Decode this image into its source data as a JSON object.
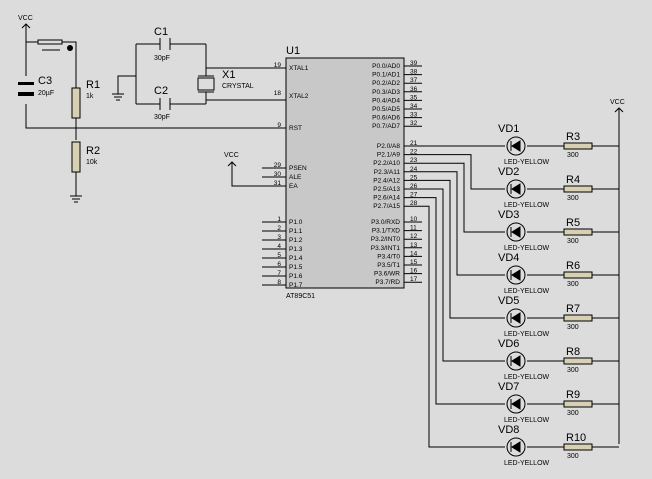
{
  "power": {
    "vcc_top": "VCC",
    "vcc_mid": "VCC",
    "vcc_right": "VCC"
  },
  "components": {
    "c1": {
      "ref": "C1",
      "value": "30pF"
    },
    "c2": {
      "ref": "C2",
      "value": "30pF"
    },
    "c3": {
      "ref": "C3",
      "value": "20µF"
    },
    "x1": {
      "ref": "X1",
      "value": "CRYSTAL"
    },
    "r1": {
      "ref": "R1",
      "value": "1k"
    },
    "r2": {
      "ref": "R2",
      "value": "10k"
    },
    "u1": {
      "ref": "U1",
      "part": "AT89C51"
    }
  },
  "u1_pins_left": [
    {
      "num": "19",
      "name": "XTAL1"
    },
    {
      "num": "18",
      "name": "XTAL2"
    },
    {
      "num": "9",
      "name": "RST"
    },
    {
      "num": "29",
      "name": "PSEN"
    },
    {
      "num": "30",
      "name": "ALE"
    },
    {
      "num": "31",
      "name": "EA"
    },
    {
      "num": "1",
      "name": "P1.0"
    },
    {
      "num": "2",
      "name": "P1.1"
    },
    {
      "num": "3",
      "name": "P1.2"
    },
    {
      "num": "4",
      "name": "P1.3"
    },
    {
      "num": "5",
      "name": "P1.4"
    },
    {
      "num": "6",
      "name": "P1.5"
    },
    {
      "num": "7",
      "name": "P1.6"
    },
    {
      "num": "8",
      "name": "P1.7"
    }
  ],
  "u1_pins_right": [
    {
      "num": "39",
      "name": "P0.0/AD0"
    },
    {
      "num": "38",
      "name": "P0.1/AD1"
    },
    {
      "num": "37",
      "name": "P0.2/AD2"
    },
    {
      "num": "36",
      "name": "P0.3/AD3"
    },
    {
      "num": "35",
      "name": "P0.4/AD4"
    },
    {
      "num": "34",
      "name": "P0.5/AD5"
    },
    {
      "num": "33",
      "name": "P0.6/AD6"
    },
    {
      "num": "32",
      "name": "P0.7/AD7"
    },
    {
      "num": "21",
      "name": "P2.0/A8"
    },
    {
      "num": "22",
      "name": "P2.1/A9"
    },
    {
      "num": "23",
      "name": "P2.2/A10"
    },
    {
      "num": "24",
      "name": "P2.3/A11"
    },
    {
      "num": "25",
      "name": "P2.4/A12"
    },
    {
      "num": "26",
      "name": "P2.5/A13"
    },
    {
      "num": "27",
      "name": "P2.6/A14"
    },
    {
      "num": "28",
      "name": "P2.7/A15"
    },
    {
      "num": "10",
      "name": "P3.0/RXD"
    },
    {
      "num": "11",
      "name": "P3.1/TXD"
    },
    {
      "num": "12",
      "name": "P3.2/INT0"
    },
    {
      "num": "13",
      "name": "P3.3/INT1"
    },
    {
      "num": "14",
      "name": "P3.4/T0"
    },
    {
      "num": "15",
      "name": "P3.5/T1"
    },
    {
      "num": "16",
      "name": "P3.6/WR"
    },
    {
      "num": "17",
      "name": "P3.7/RD"
    }
  ],
  "led_channels": [
    {
      "led": "VD1",
      "led_type": "LED-YELLOW",
      "res": "R3",
      "res_value": "300"
    },
    {
      "led": "VD2",
      "led_type": "LED-YELLOW",
      "res": "R4",
      "res_value": "300"
    },
    {
      "led": "VD3",
      "led_type": "LED-YELLOW",
      "res": "R5",
      "res_value": "300"
    },
    {
      "led": "VD4",
      "led_type": "LED-YELLOW",
      "res": "R6",
      "res_value": "300"
    },
    {
      "led": "VD5",
      "led_type": "LED-YELLOW",
      "res": "R7",
      "res_value": "300"
    },
    {
      "led": "VD6",
      "led_type": "LED-YELLOW",
      "res": "R8",
      "res_value": "300"
    },
    {
      "led": "VD7",
      "led_type": "LED-YELLOW",
      "res": "R9",
      "res_value": "300"
    },
    {
      "led": "VD8",
      "led_type": "LED-YELLOW",
      "res": "R10",
      "res_value": "300"
    }
  ]
}
